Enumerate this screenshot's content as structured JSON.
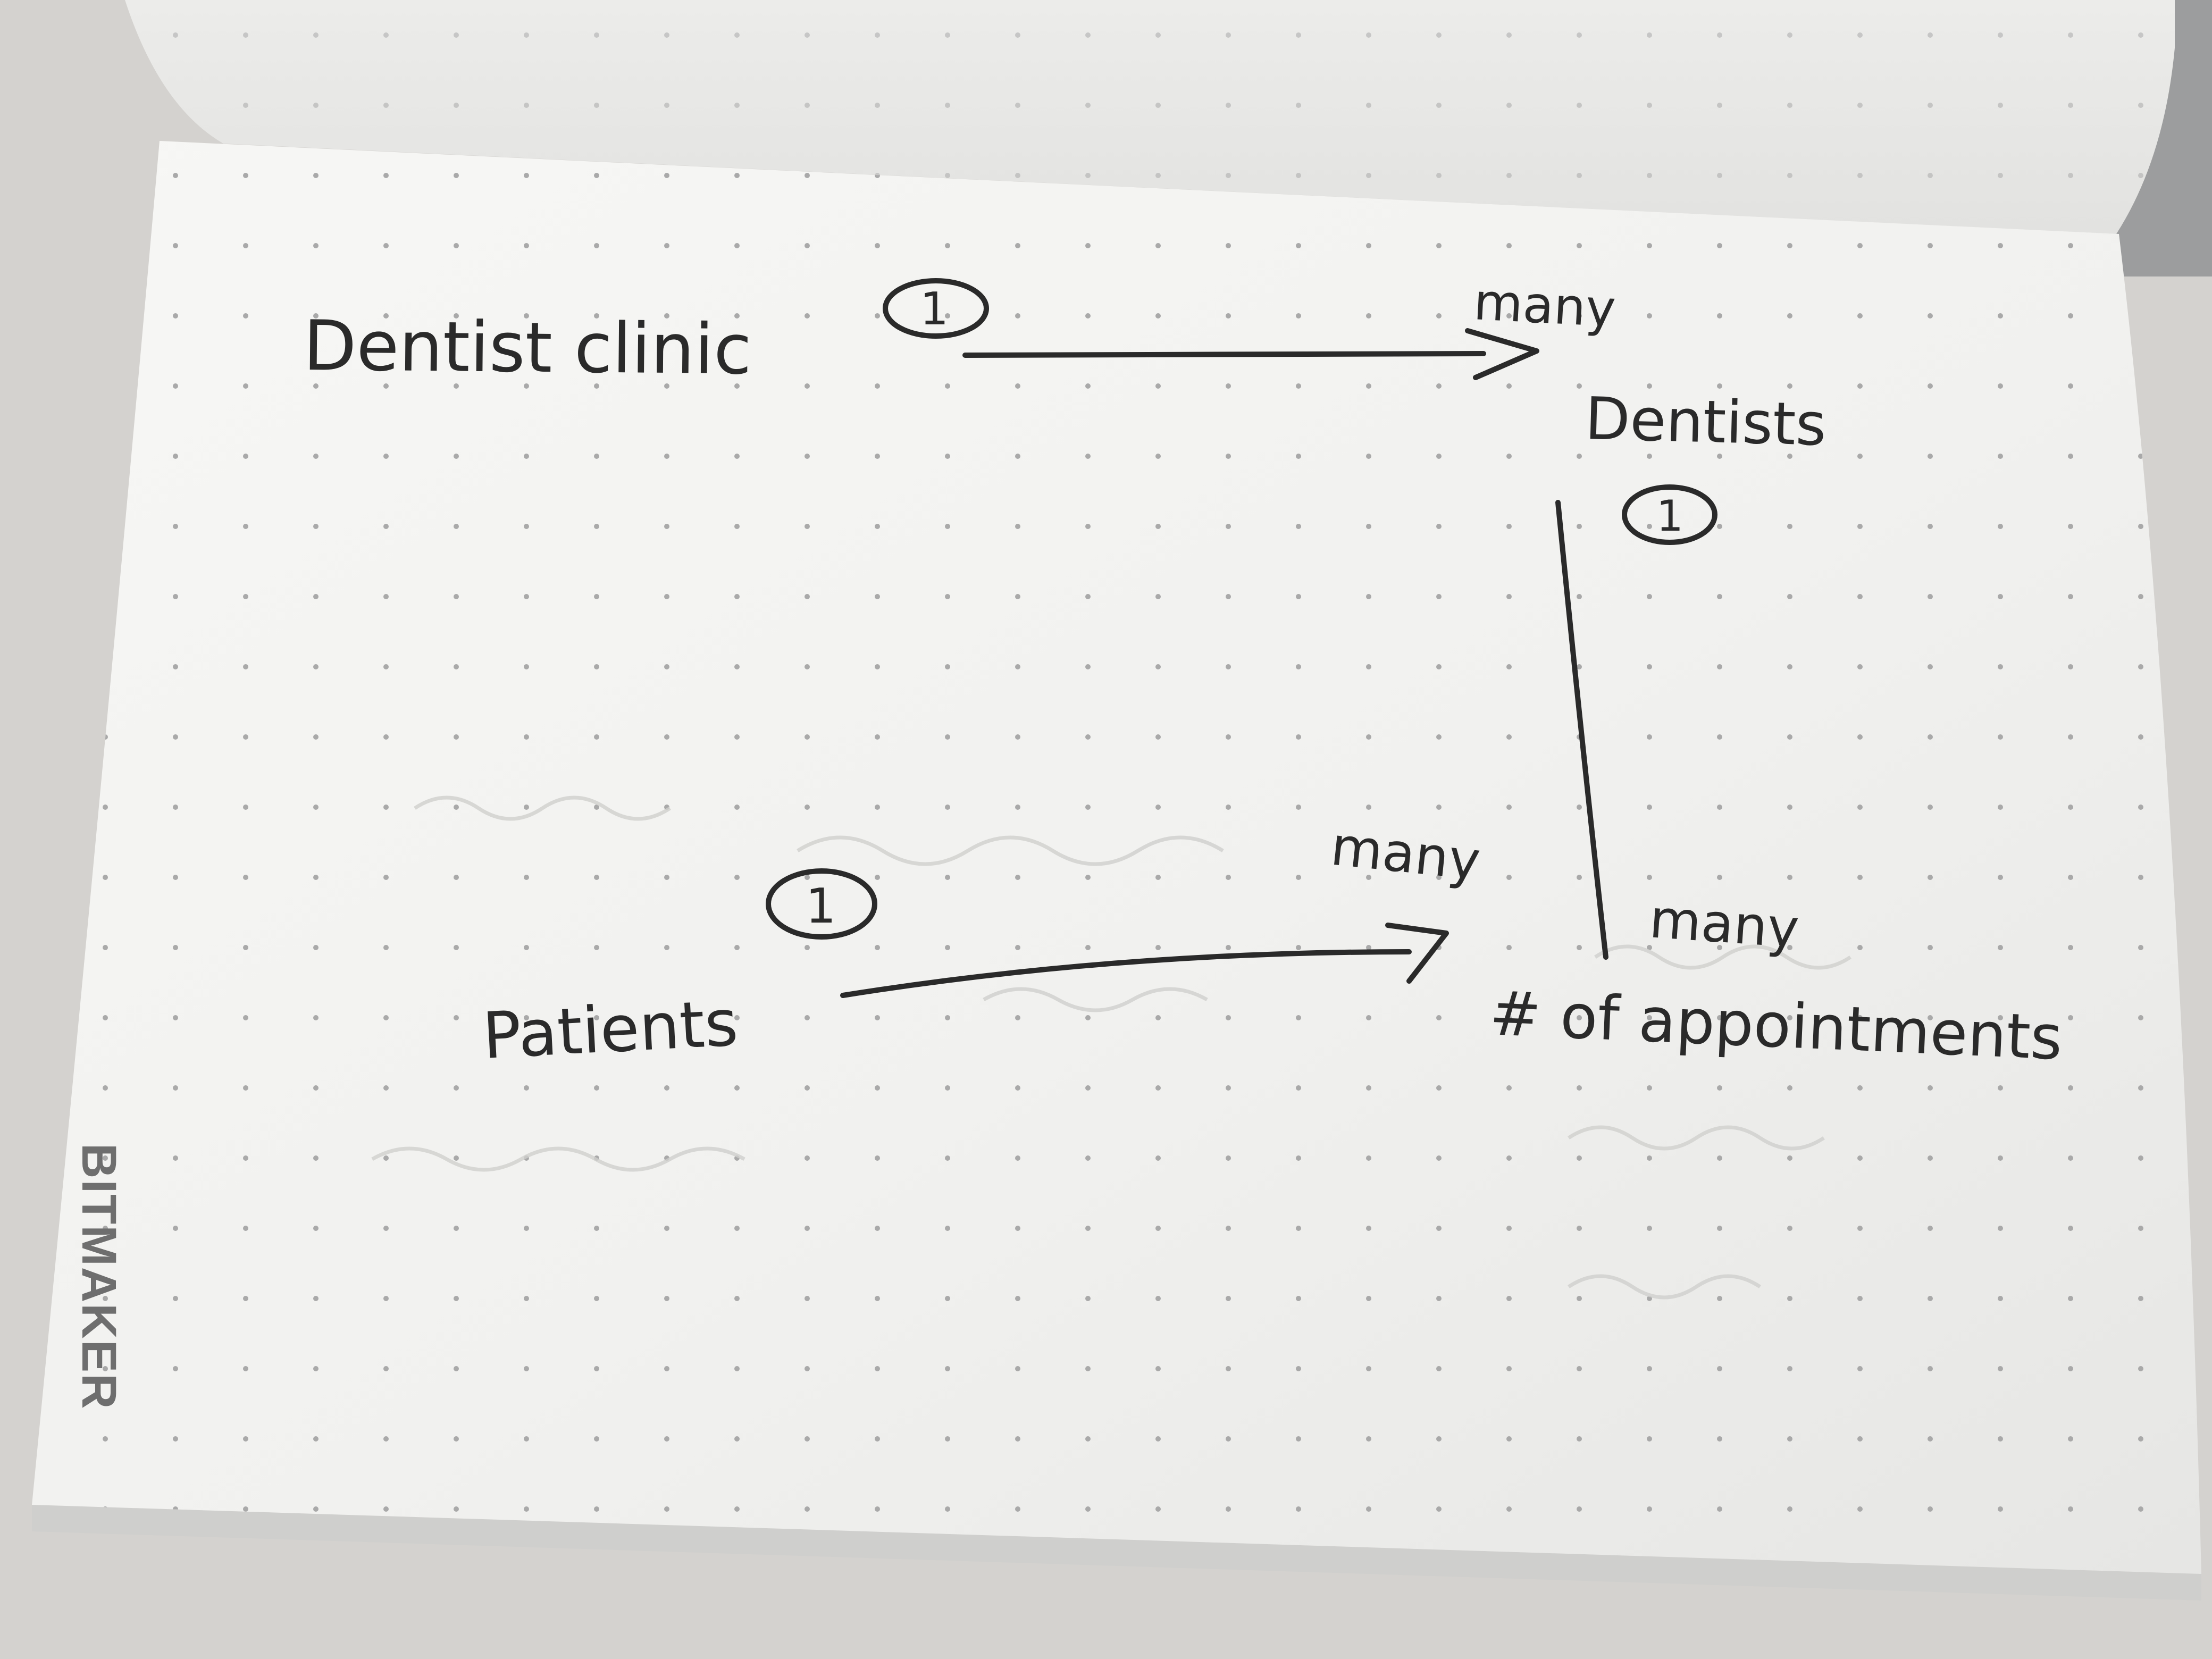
{
  "brand": "BITMAKER",
  "diagram": {
    "entities": {
      "clinic": "Dentist clinic",
      "dentists": "Dentists",
      "patients": "Patients",
      "appointments": "# of appointments"
    },
    "cardinalities": {
      "clinic_one": "1",
      "clinic_to_dentists_many": "many",
      "dentists_one": "1",
      "dentists_to_appointments_many": "many",
      "patients_one": "1",
      "patients_to_appointments_many": "many"
    }
  }
}
